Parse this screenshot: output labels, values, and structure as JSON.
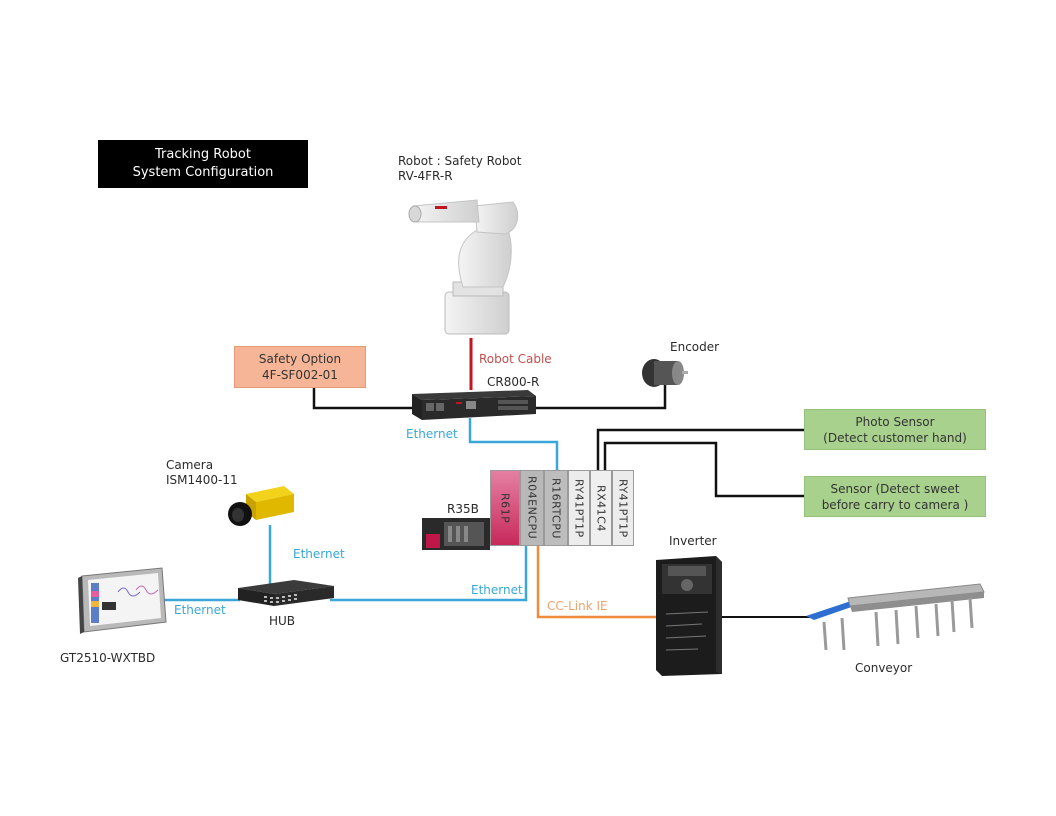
{
  "title": {
    "line1": "Tracking Robot",
    "line2": "System Configuration"
  },
  "robot": {
    "line1": "Robot : Safety Robot",
    "line2": "RV-4FR-R",
    "cable_label": "Robot Cable"
  },
  "controller": {
    "label": "CR800-R"
  },
  "safety_option": {
    "line1": "Safety Option",
    "line2": "4F-SF002-01"
  },
  "encoder": {
    "label": "Encoder"
  },
  "photo_sensor": {
    "line1": "Photo Sensor",
    "line2": "(Detect customer hand)"
  },
  "sensor": {
    "line1": "Sensor (Detect sweet",
    "line2": "before carry to camera )"
  },
  "camera": {
    "line1": "Camera",
    "line2": "ISM1400-11"
  },
  "base_unit": {
    "label": "R35B"
  },
  "plc_modules": [
    "R61P",
    "R04ENCPU",
    "R16RTCPU",
    "RY41PT1P",
    "RX41C4",
    "RY41PT1P"
  ],
  "hub": {
    "label": "HUB"
  },
  "hmi": {
    "label": "GT2510-WXTBD"
  },
  "inverter": {
    "label": "Inverter"
  },
  "conveyor": {
    "label": "Conveyor"
  },
  "connections": {
    "ethernet_controller": "Ethernet",
    "ethernet_camera": "Ethernet",
    "ethernet_hmi": "Ethernet",
    "ethernet_plc": "Ethernet",
    "cclink": "CC-Link IE"
  },
  "colors": {
    "ethernet": "#3aa7d8",
    "robot_cable": "#c0161f",
    "cclink": "#f08a3c",
    "signal": "#111111",
    "safety_fill": "#f5b596",
    "sensor_fill": "#a9d18e",
    "power_module": "#d6457a"
  }
}
